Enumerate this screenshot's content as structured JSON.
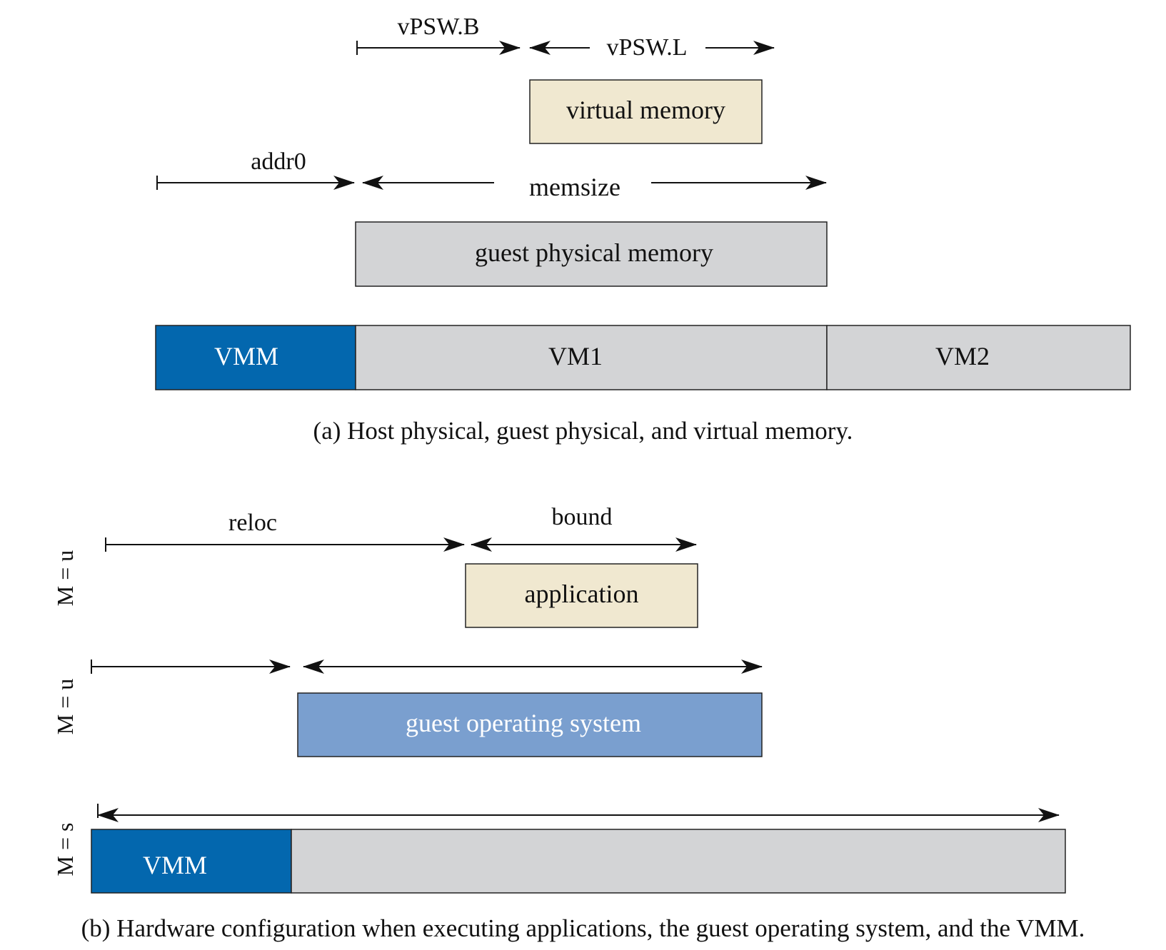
{
  "colors": {
    "vmm": "#0367ae",
    "guest_os": "#7a9fcf",
    "app": "#f0e8d0",
    "gray": "#d3d4d6",
    "stroke": "#222222",
    "text": "#111111",
    "text_light": "#ffffff"
  },
  "panel_a": {
    "arrows": {
      "vpsw_b": "vPSW.B",
      "vpsw_l": "vPSW.L",
      "addr0": "addr0",
      "memsize": "memsize"
    },
    "boxes": {
      "virtual_memory": "virtual memory",
      "guest_physical_memory": "guest physical memory",
      "vmm": "VMM",
      "vm1": "VM1",
      "vm2": "VM2"
    },
    "caption": "(a) Host physical, guest physical, and virtual memory."
  },
  "panel_b": {
    "arrows": {
      "reloc": "reloc",
      "bound": "bound"
    },
    "boxes": {
      "application": "application",
      "guest_os": "guest operating system",
      "vmm": "VMM"
    },
    "mode_labels": {
      "application_row": "M = u",
      "guest_os_row": "M = u",
      "vmm_row": "M = s"
    },
    "caption": "(b) Hardware configuration when executing applications, the guest operating system, and the VMM."
  }
}
